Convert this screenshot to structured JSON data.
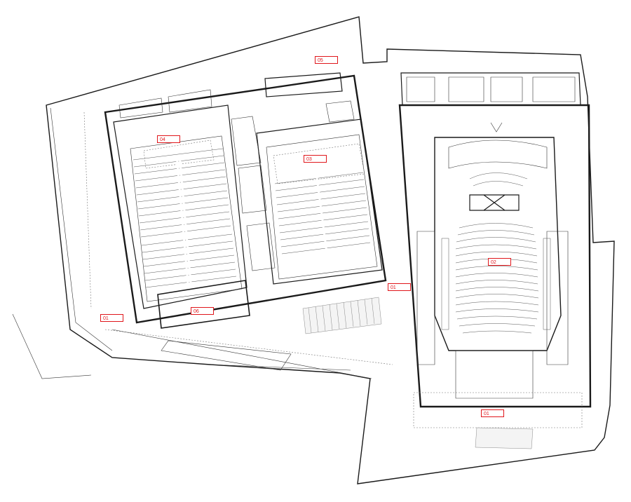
{
  "labels": [
    {
      "id": "a",
      "text": "05"
    },
    {
      "id": "b",
      "text": "04"
    },
    {
      "id": "c",
      "text": "03"
    },
    {
      "id": "d",
      "text": "02"
    },
    {
      "id": "e",
      "text": "01"
    },
    {
      "id": "f",
      "text": "01"
    },
    {
      "id": "g",
      "text": "01"
    },
    {
      "id": "h",
      "text": "06"
    }
  ],
  "colors": {
    "tag": "#e0161b",
    "line": "#1a1a1a"
  }
}
